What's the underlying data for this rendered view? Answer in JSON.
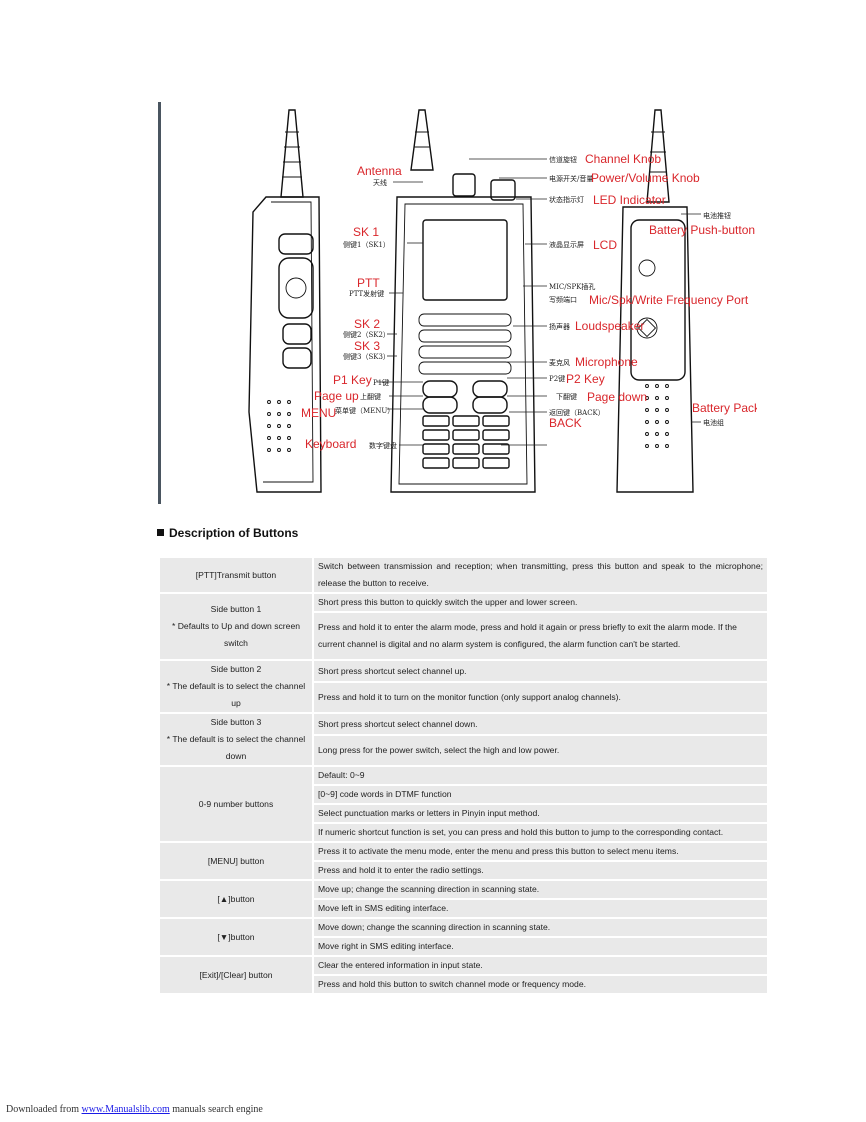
{
  "figure": {
    "labels_en": {
      "antenna": "Antenna",
      "sk1": "SK 1",
      "ptt": "PTT",
      "sk2": "SK 2",
      "sk3": "SK 3",
      "p1": "P1 Key",
      "page_up": "Page up",
      "menu": "MENU",
      "keyboard": "Keyboard",
      "channel_knob": "Channel Knob",
      "power_knob": "Power/Volume Knob",
      "led": "LED Indicator",
      "battery_push": "Battery Push-button",
      "lcd": "LCD",
      "mic_port": "Mic/Spk/Write Frequency Port",
      "loudspeaker": "Loudspeaker",
      "microphone": "Microphone",
      "p2": "P2 Key",
      "page_down": "Page down",
      "back": "BACK",
      "battery_pack": "Battery Pack"
    },
    "labels_cn": {
      "antenna": "天线",
      "sk1": "侧键1（SK1）",
      "ptt": "PTT发射键",
      "sk2": "侧键2（SK2）",
      "sk3": "侧键3（SK3）",
      "p1": "P1键",
      "page_up": "上翻键",
      "menu": "菜单键（MENU）",
      "keyboard": "数字键盘",
      "channel_knob": "信道旋钮",
      "power_knob": "电源开关/音量",
      "led": "状态指示灯",
      "battery_push": "电池推钮",
      "lcd": "液晶显示屏",
      "mic_port_1": "MIC/SPK插孔",
      "mic_port_2": "写频端口",
      "loudspeaker": "扬声器",
      "microphone": "麦克风",
      "p2": "P2键",
      "page_down": "下翻键",
      "back": "返回键（BACK）",
      "battery_pack": "电池组"
    }
  },
  "section_title": "Description of Buttons",
  "table": [
    {
      "name": [
        "[PTT]Transmit button"
      ],
      "desc": [
        "Switch between transmission and reception; when transmitting, press this button and speak to the microphone; release the button to receive."
      ]
    },
    {
      "name": [
        "Side button 1",
        "* Defaults to Up and down screen switch"
      ],
      "desc": [
        "Short press this button to quickly switch the upper and lower screen.",
        "Press and hold it to enter the alarm mode, press and hold it again or press briefly to exit the alarm mode. If the current channel is digital and no alarm system is configured, the alarm function can't be started."
      ]
    },
    {
      "name": [
        "Side button 2",
        "* The default is to select the channel up"
      ],
      "desc": [
        "Short press shortcut select channel up.",
        "Press and hold it to turn on the monitor function (only support analog channels)."
      ]
    },
    {
      "name": [
        "Side button 3",
        "* The default is to select the channel down"
      ],
      "desc": [
        "Short press shortcut select channel down.",
        "Long press for the power switch, select the high and low power."
      ]
    },
    {
      "name": [
        "0-9 number buttons"
      ],
      "desc": [
        "Default: 0~9",
        "[0~9] code words in DTMF function",
        "Select punctuation marks or letters in Pinyin input method.",
        "If numeric shortcut function is set, you can press and hold this button to jump to the corresponding contact."
      ]
    },
    {
      "name": [
        "[MENU] button"
      ],
      "desc": [
        "Press it to activate the menu mode, enter the menu and press this button to select menu items.",
        "Press and hold it to enter the radio settings."
      ]
    },
    {
      "name": [
        "[▲]button"
      ],
      "desc": [
        "Move up; change the scanning direction in scanning state.",
        "Move left in SMS editing interface."
      ]
    },
    {
      "name": [
        "[▼]button"
      ],
      "desc": [
        "Move down; change the scanning direction in scanning state.",
        "Move right in SMS editing interface."
      ]
    },
    {
      "name": [
        "[Exit]/[Clear] button"
      ],
      "desc": [
        "Clear the entered information in input state.",
        "Press and hold this button to switch channel mode or frequency mode."
      ]
    }
  ],
  "footer": {
    "prefix": "Downloaded from ",
    "link": "www.Manualslib.com",
    "suffix": " manuals search engine"
  }
}
